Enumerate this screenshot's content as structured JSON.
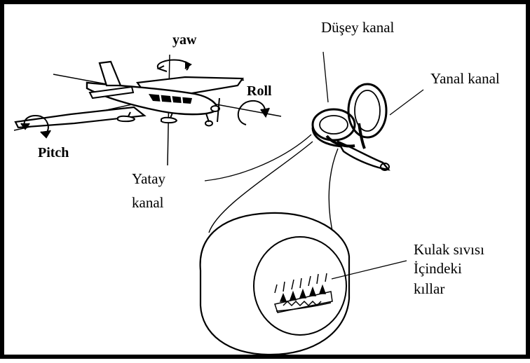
{
  "labels": {
    "yaw": "yaw",
    "roll": "Roll",
    "pitch": "Pitch",
    "dusey_kanal": "Düşey kanal",
    "yanal_kanal": "Yanal kanal",
    "yatay_line1": "Yatay",
    "yatay_line2": "kanal",
    "kulak_line1": "Kulak sıvısı",
    "kulak_line2": "İçindeki",
    "kulak_line3": "kıllar"
  },
  "colors": {
    "ink": "#000000",
    "background": "#ffffff"
  },
  "icons": [
    "airplane",
    "rotation-arrow",
    "semicircular-canals",
    "ampulla",
    "hair-cells"
  ]
}
